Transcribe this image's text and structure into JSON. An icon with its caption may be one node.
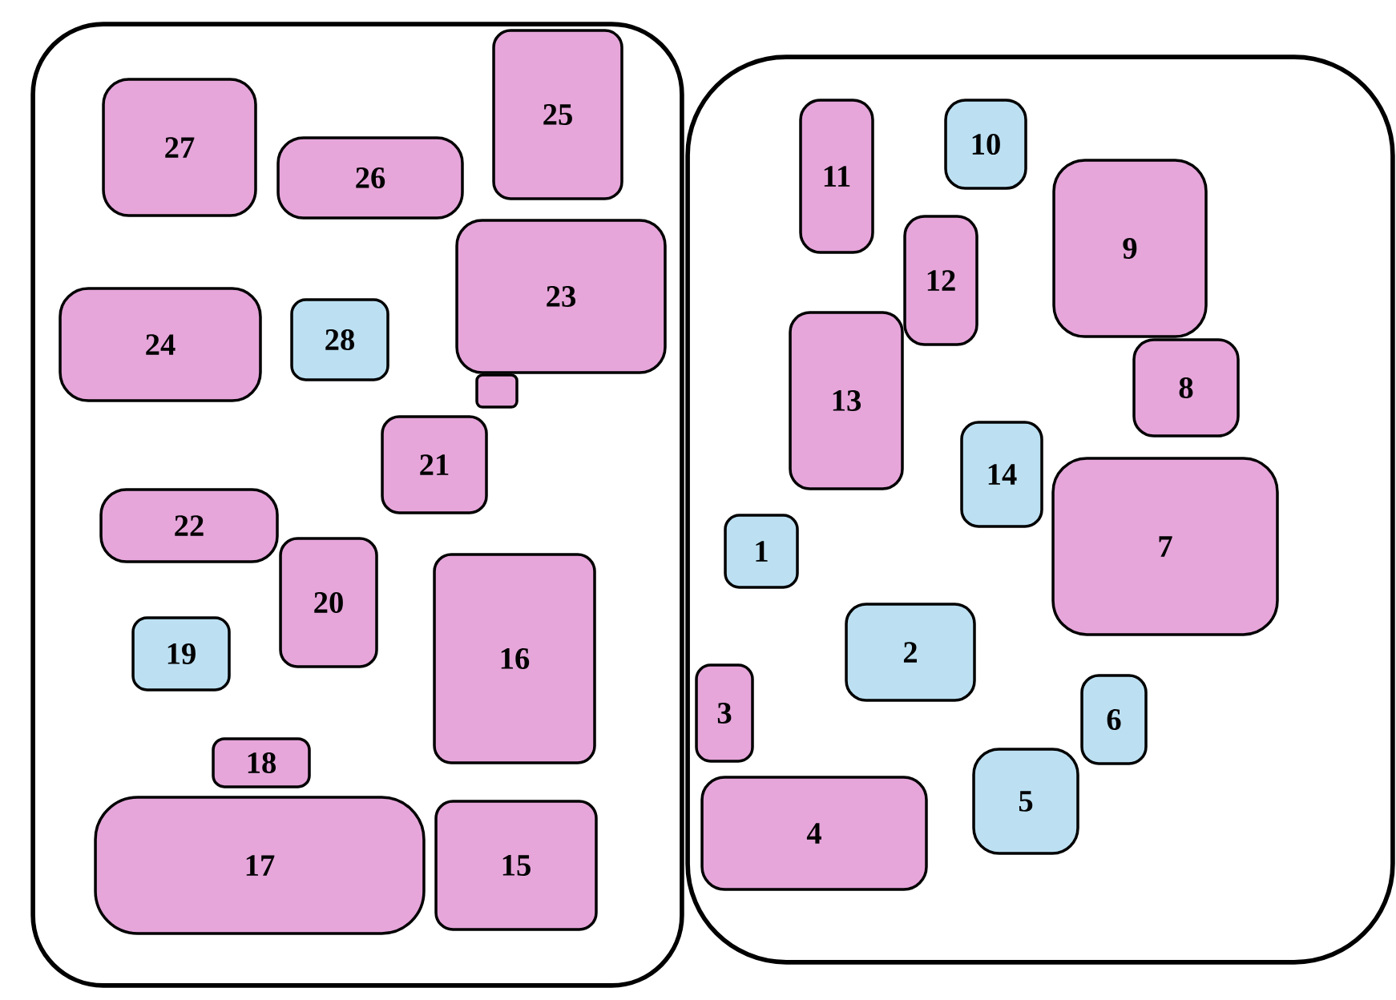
{
  "diagram": {
    "nodes": [
      {
        "text": [],
        "shape": "box"
      },
      {
        "text": [
          "27"
        ],
        "in": 0
      },
      {
        "text": [
          "26"
        ],
        "in": 0
      },
      {
        "text": [
          "25"
        ],
        "in": 0
      },
      {
        "text": [
          "24"
        ],
        "in": 0
      },
      {
        "text": [
          "28"
        ],
        "in": 0
      },
      {
        "text": [
          "23"
        ],
        "in": 0
      },
      {
        "text": [],
        "shape": "box",
        "in": 0
      },
      {
        "text": [
          "21"
        ],
        "in": 0
      },
      {
        "text": [
          "22"
        ],
        "in": 0
      },
      {
        "text": [
          "20"
        ],
        "in": 0
      },
      {
        "text": [
          "19"
        ],
        "in": 0
      },
      {
        "text": [
          "16"
        ],
        "in": 0
      },
      {
        "text": [
          "18"
        ],
        "in": 0
      },
      {
        "text": [
          "17"
        ],
        "in": 0
      },
      {
        "text": [
          "15"
        ],
        "in": 0
      },
      {
        "text": [],
        "shape": "box"
      },
      {
        "text": [
          "11"
        ],
        "in": 16
      },
      {
        "text": [
          "10"
        ],
        "in": 16
      },
      {
        "text": [
          "9"
        ],
        "in": 16
      },
      {
        "text": [
          "12"
        ],
        "in": 16
      },
      {
        "text": [
          "8"
        ],
        "in": 16
      },
      {
        "text": [
          "13"
        ],
        "in": 16
      },
      {
        "text": [
          "14"
        ],
        "in": 16
      },
      {
        "text": [
          "7"
        ],
        "in": 16
      },
      {
        "text": [
          "1"
        ],
        "in": 16
      },
      {
        "text": [
          "2"
        ],
        "in": 16
      },
      {
        "text": [
          "3"
        ],
        "in": 16
      },
      {
        "text": [
          "6"
        ],
        "in": 16
      },
      {
        "text": [
          "5"
        ],
        "in": 16
      },
      {
        "text": [
          "4"
        ],
        "in": 16
      }
    ]
  }
}
